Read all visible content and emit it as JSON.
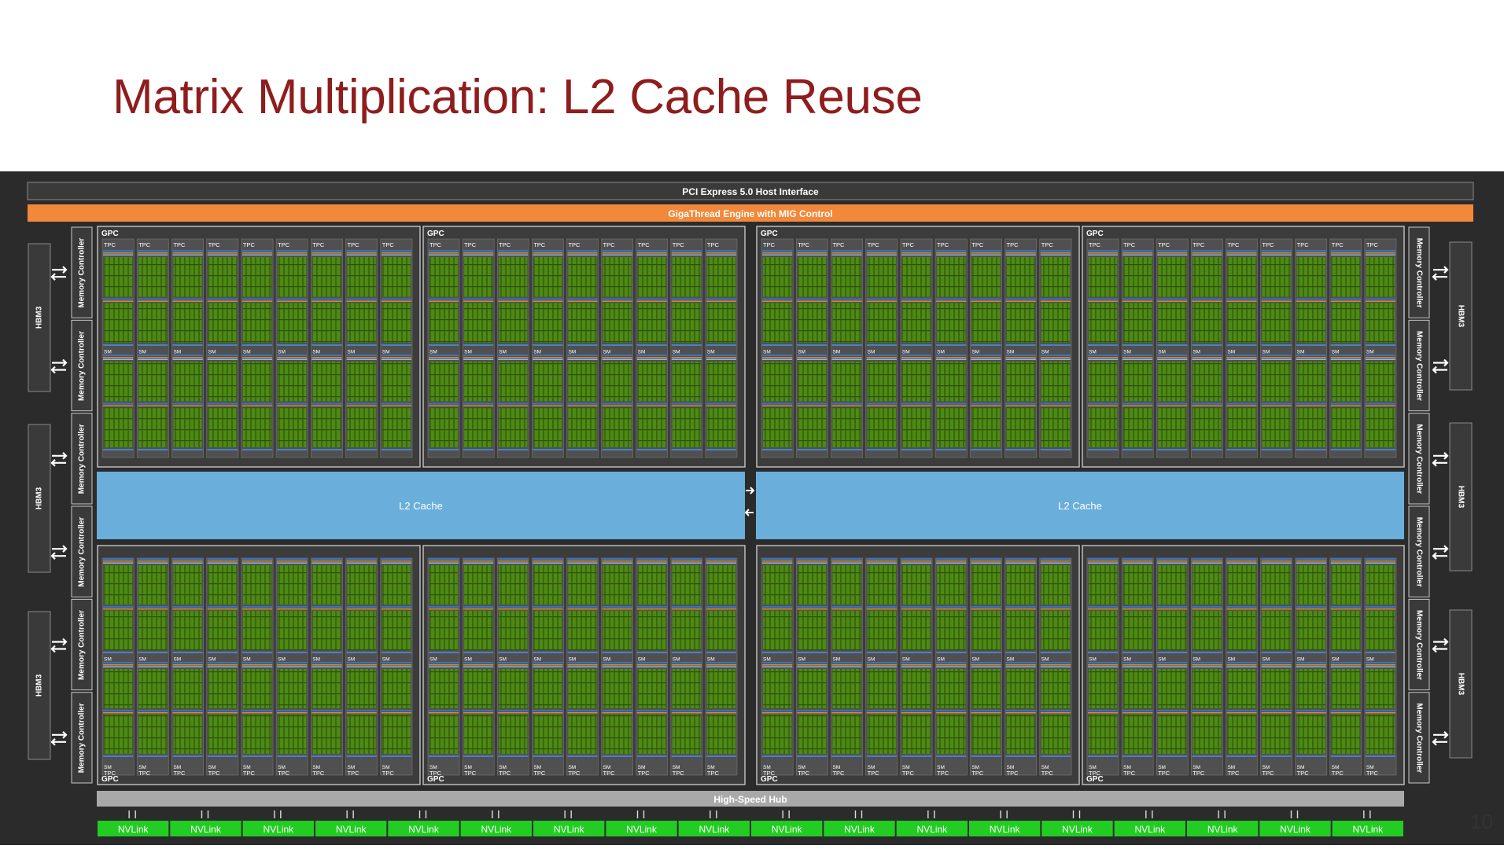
{
  "slide": {
    "title": "Matrix Multiplication: L2 Cache Reuse",
    "page_number": "10"
  },
  "diagram": {
    "pci_label": "PCI Express 5.0 Host Interface",
    "gigathread_label": "GigaThread Engine with MIG Control",
    "l2_label": "L2 Cache",
    "gpc_label": "GPC",
    "tpc_label": "TPC",
    "sm_label": "SM",
    "memory_controller_label": "Memory Controller",
    "hbm_label": "HBM3",
    "hub_label": "High-Speed Hub",
    "nvlink_label": "NVLink",
    "nvlink_count": 18,
    "colors": {
      "title": "#8f1d1d",
      "chip_background": "#2b2b2b",
      "gigathread": "#f2883a",
      "l2_cache": "#6aaedb",
      "nvlink": "#22cc22",
      "core_green": "#5a9a1c",
      "sm_blue": "#3a73c4",
      "sm_orange": "#d98b2b"
    }
  }
}
